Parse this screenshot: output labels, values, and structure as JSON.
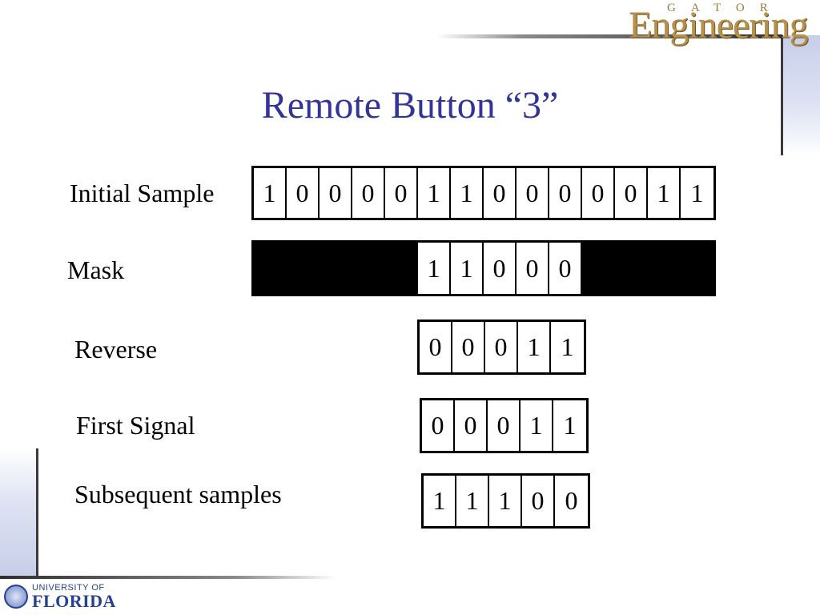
{
  "slide": {
    "title": "Remote Button “3”"
  },
  "logos": {
    "gator_text": "GATOR",
    "engineering_text": "Engineering",
    "university_small": "UNIVERSITY OF",
    "university_big": "FLORIDA"
  },
  "rows": {
    "initial": {
      "label": "Initial Sample",
      "bits": [
        "1",
        "0",
        "0",
        "0",
        "0",
        "1",
        "1",
        "0",
        "0",
        "0",
        "0",
        "0",
        "1",
        "1"
      ]
    },
    "mask": {
      "label": "Mask",
      "bits": [
        "",
        "",
        "",
        "",
        "",
        "1",
        "1",
        "0",
        "0",
        "0",
        "",
        "",
        "",
        ""
      ],
      "masked": [
        true,
        true,
        true,
        true,
        true,
        false,
        false,
        false,
        false,
        false,
        true,
        true,
        true,
        true
      ]
    },
    "reverse": {
      "label": "Reverse",
      "bits": [
        "0",
        "0",
        "0",
        "1",
        "1"
      ]
    },
    "first_signal": {
      "label": "First Signal",
      "bits": [
        "0",
        "0",
        "0",
        "1",
        "1"
      ]
    },
    "subsequent": {
      "label": "Subsequent samples",
      "bits": [
        "1",
        "1",
        "1",
        "0",
        "0"
      ]
    }
  },
  "colors": {
    "title": "#33339a",
    "logo_gold": "#b8904a",
    "uf_blue": "#26428f"
  }
}
